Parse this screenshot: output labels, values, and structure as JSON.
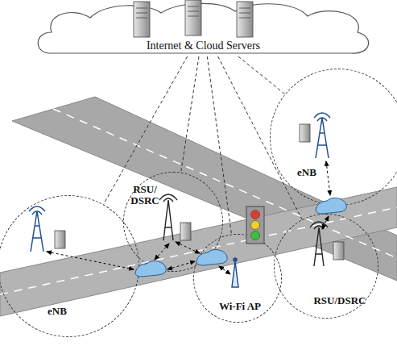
{
  "diagram": {
    "nodes": [
      {
        "text": [
          "Internet & Cloud Servers"
        ]
      },
      {
        "text": [
          "eNB"
        ]
      },
      {
        "text": [
          "RSU/ DSRC"
        ]
      },
      {
        "text": [
          "Wi-Fi AP"
        ]
      },
      {
        "text": [
          "RSU/DSRC"
        ]
      },
      {
        "text": [
          "eNB"
        ]
      }
    ],
    "edges": [
      {
        "from": 0,
        "to": 1,
        "arrow": "none"
      },
      {
        "from": 0,
        "to": 2,
        "arrow": "none"
      },
      {
        "from": 0,
        "to": 3,
        "arrow": "none"
      },
      {
        "from": 0,
        "to": 4,
        "arrow": "none"
      },
      {
        "from": 0,
        "to": 5,
        "arrow": "none"
      }
    ]
  }
}
